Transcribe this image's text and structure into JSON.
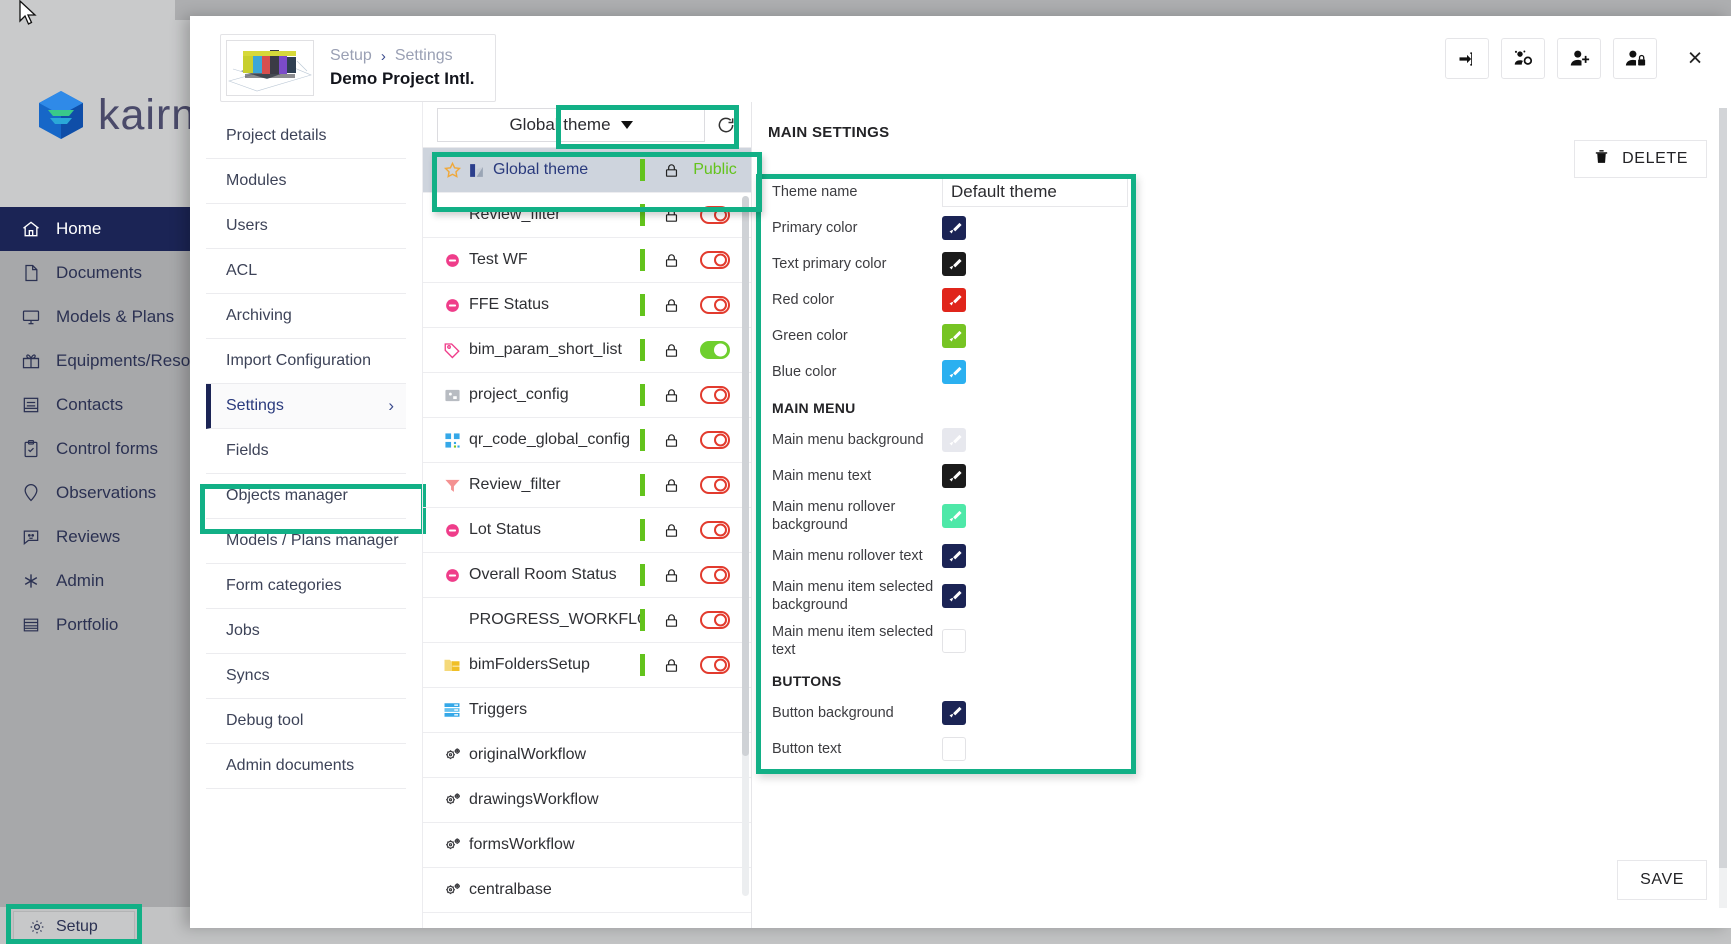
{
  "app": {
    "brand_name": "kairn",
    "nav_items": [
      {
        "label": "Home",
        "icon": "home-icon",
        "active": true
      },
      {
        "label": "Documents",
        "icon": "document-icon",
        "active": false
      },
      {
        "label": "Models & Plans",
        "icon": "monitor-icon",
        "active": false
      },
      {
        "label": "Equipments/Reso",
        "icon": "gift-icon",
        "active": false
      },
      {
        "label": "Contacts",
        "icon": "contacts-icon",
        "active": false
      },
      {
        "label": "Control forms",
        "icon": "clipboard-check-icon",
        "active": false
      },
      {
        "label": "Observations",
        "icon": "pin-icon",
        "active": false
      },
      {
        "label": "Reviews",
        "icon": "comment-smile-icon",
        "active": false
      },
      {
        "label": "Admin",
        "icon": "asterisk-icon",
        "active": false
      },
      {
        "label": "Portfolio",
        "icon": "table-icon",
        "active": false
      }
    ],
    "setup_button": {
      "label": "Setup",
      "icon": "gear-icon"
    }
  },
  "modal": {
    "breadcrumb": {
      "root": "Setup",
      "separator": "›",
      "current": "Settings"
    },
    "project_title": "Demo Project Intl.",
    "header_actions": [
      {
        "name": "login-arrow-icon",
        "title": "sign-in"
      },
      {
        "name": "users-gear-icon",
        "title": "manage users"
      },
      {
        "name": "user-plus-icon",
        "title": "add user"
      },
      {
        "name": "user-lock-icon",
        "title": "user permissions"
      }
    ],
    "close_label": "×"
  },
  "settings_menu": {
    "items": [
      {
        "label": "Project details",
        "selected": false
      },
      {
        "label": "Modules",
        "selected": false
      },
      {
        "label": "Users",
        "selected": false
      },
      {
        "label": "ACL",
        "selected": false
      },
      {
        "label": "Archiving",
        "selected": false
      },
      {
        "label": "Import Configuration",
        "selected": false
      },
      {
        "label": "Settings",
        "selected": true,
        "chevron": "›"
      },
      {
        "label": "Fields",
        "selected": false
      },
      {
        "label": "Objects manager",
        "selected": false
      },
      {
        "label": "Models / Plans manager",
        "selected": false
      },
      {
        "label": "Form categories",
        "selected": false
      },
      {
        "label": "Jobs",
        "selected": false
      },
      {
        "label": "Syncs",
        "selected": false
      },
      {
        "label": "Debug tool",
        "selected": false
      },
      {
        "label": "Admin documents",
        "selected": false
      }
    ]
  },
  "list_panel": {
    "filter_select": {
      "value": "Global theme",
      "caret": "▾"
    },
    "refresh_icon": "refresh-icon",
    "rows": [
      {
        "label": "Global theme",
        "icon": "theme-icon",
        "starred": true,
        "selected": true,
        "lock": "lock-icon",
        "green_bar": true,
        "right_text": "Public",
        "toggle": null
      },
      {
        "label": "Review_filter",
        "icon": "none",
        "starred": false,
        "selected": false,
        "lock": "lock-icon",
        "green_bar": true,
        "right_text": null,
        "toggle": "off"
      },
      {
        "label": "Test WF",
        "icon": "workflow-stop-icon",
        "starred": false,
        "selected": false,
        "lock": "lock-icon",
        "green_bar": true,
        "right_text": null,
        "toggle": "off"
      },
      {
        "label": "FFE Status",
        "icon": "workflow-stop-icon",
        "starred": false,
        "selected": false,
        "lock": "lock-icon",
        "green_bar": true,
        "right_text": null,
        "toggle": "off"
      },
      {
        "label": "bim_param_short_list",
        "icon": "tag-icon",
        "starred": false,
        "selected": false,
        "lock": "lock-icon",
        "green_bar": true,
        "right_text": null,
        "toggle": "on"
      },
      {
        "label": "project_config",
        "icon": "config-icon",
        "starred": false,
        "selected": false,
        "lock": "lock-icon",
        "green_bar": true,
        "right_text": null,
        "toggle": "off"
      },
      {
        "label": "qr_code_global_config",
        "icon": "qr-icon",
        "starred": false,
        "selected": false,
        "lock": "lock-icon",
        "green_bar": true,
        "right_text": null,
        "toggle": "off"
      },
      {
        "label": "Review_filter",
        "icon": "filter-icon",
        "starred": false,
        "selected": false,
        "lock": "lock-icon",
        "green_bar": true,
        "right_text": null,
        "toggle": "off"
      },
      {
        "label": "Lot Status",
        "icon": "workflow-stop-icon",
        "starred": false,
        "selected": false,
        "lock": "lock-icon",
        "green_bar": true,
        "right_text": null,
        "toggle": "off"
      },
      {
        "label": "Overall Room Status",
        "icon": "workflow-stop-icon",
        "starred": false,
        "selected": false,
        "lock": "lock-icon",
        "green_bar": true,
        "right_text": null,
        "toggle": "off"
      },
      {
        "label": "PROGRESS_WORKFLOW",
        "icon": "none",
        "starred": false,
        "selected": false,
        "lock": "lock-icon",
        "green_bar": true,
        "right_text": null,
        "toggle": "off"
      },
      {
        "label": "bimFoldersSetup",
        "icon": "folder-icon",
        "starred": false,
        "selected": false,
        "lock": "lock-icon",
        "green_bar": true,
        "right_text": null,
        "toggle": "off"
      },
      {
        "label": "Triggers",
        "icon": "server-icon",
        "starred": false,
        "selected": false,
        "lock": null,
        "green_bar": false,
        "right_text": null,
        "toggle": null
      },
      {
        "label": "originalWorkflow",
        "icon": "gears-icon",
        "starred": false,
        "selected": false,
        "lock": null,
        "green_bar": false,
        "right_text": null,
        "toggle": null
      },
      {
        "label": "drawingsWorkflow",
        "icon": "gears-icon",
        "starred": false,
        "selected": false,
        "lock": null,
        "green_bar": false,
        "right_text": null,
        "toggle": null
      },
      {
        "label": "formsWorkflow",
        "icon": "gears-icon",
        "starred": false,
        "selected": false,
        "lock": null,
        "green_bar": false,
        "right_text": null,
        "toggle": null
      },
      {
        "label": "centralbase",
        "icon": "gears-icon",
        "starred": false,
        "selected": false,
        "lock": null,
        "green_bar": false,
        "right_text": null,
        "toggle": null
      }
    ]
  },
  "theme_panel": {
    "title": "MAIN SETTINGS",
    "delete_label": "DELETE",
    "delete_icon": "trash-icon",
    "save_label": "SAVE",
    "sections": [
      {
        "heading": null,
        "fields": [
          {
            "label": "Theme name",
            "type": "text",
            "value": "Default theme"
          },
          {
            "label": "Primary color",
            "type": "color",
            "color": "#1b2455"
          },
          {
            "label": "Text primary color",
            "type": "color",
            "color": "#1b1b1b"
          },
          {
            "label": "Red color",
            "type": "color",
            "color": "#e0251b"
          },
          {
            "label": "Green color",
            "type": "color",
            "color": "#76c423"
          },
          {
            "label": "Blue color",
            "type": "color",
            "color": "#2bb0f0"
          }
        ]
      },
      {
        "heading": "MAIN MENU",
        "fields": [
          {
            "label": "Main menu background",
            "type": "color",
            "color": "#e7e8ee"
          },
          {
            "label": "Main menu text",
            "type": "color",
            "color": "#1b1b1b"
          },
          {
            "label": "Main menu rollover background",
            "type": "color",
            "color": "#4ee8a8"
          },
          {
            "label": "Main menu rollover text",
            "type": "color",
            "color": "#1b2455"
          },
          {
            "label": "Main menu item selected background",
            "type": "color",
            "color": "#1b2455"
          },
          {
            "label": "Main menu item selected text",
            "type": "color",
            "color": "#ffffff"
          }
        ]
      },
      {
        "heading": "BUTTONS",
        "fields": [
          {
            "label": "Button background",
            "type": "color",
            "color": "#1b2455"
          },
          {
            "label": "Button text",
            "type": "color",
            "color": "#ffffff"
          }
        ]
      }
    ]
  },
  "highlights": {
    "color": "#12b086"
  }
}
